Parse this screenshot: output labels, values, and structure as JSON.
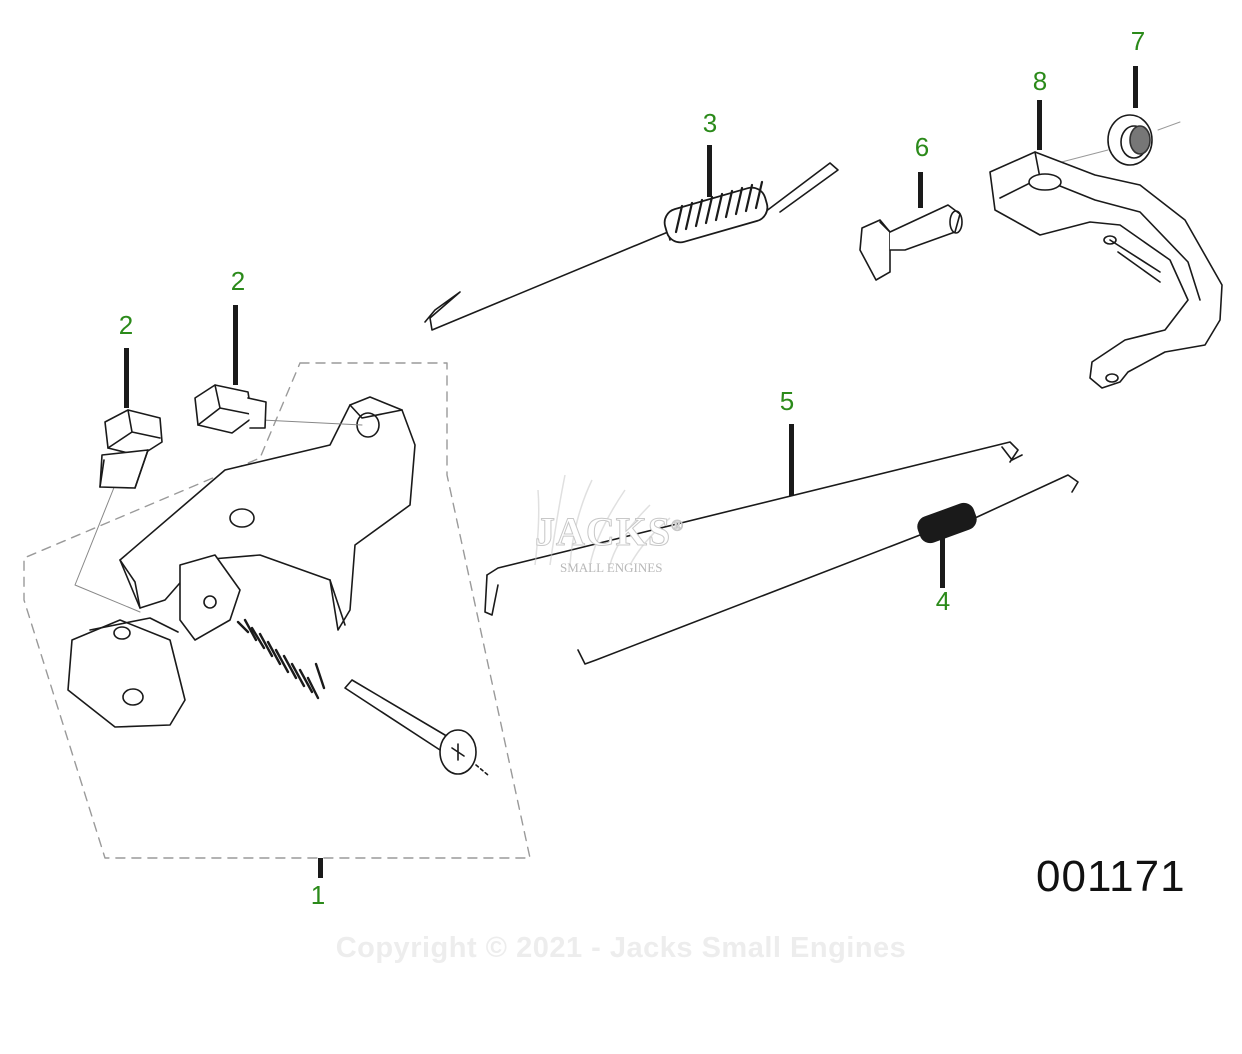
{
  "callouts": {
    "part_1": "1",
    "part_2a": "2",
    "part_2b": "2",
    "part_3": "3",
    "part_4": "4",
    "part_5": "5",
    "part_6": "6",
    "part_7": "7",
    "part_8": "8"
  },
  "diagram_number": "001171",
  "copyright": "Copyright © 2021 - Jacks Small Engines",
  "watermark": {
    "name": "JACKS",
    "registered": "®",
    "tagline": "SMALL ENGINES"
  },
  "colors": {
    "callout": "#2b8a1a",
    "line": "#1a1a1a",
    "dashed_group": "#9a9a9a"
  }
}
